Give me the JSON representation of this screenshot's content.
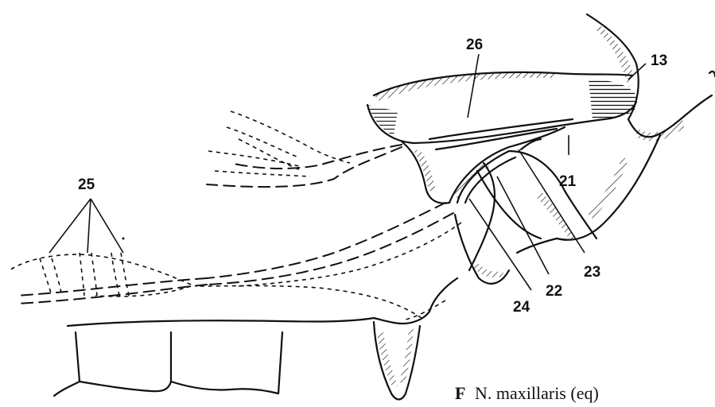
{
  "labels": {
    "l13": "13",
    "l21": "21",
    "l22": "22",
    "l23": "23",
    "l24": "24",
    "l25": "25",
    "l26": "26"
  },
  "caption": {
    "letter": "F",
    "text": "N. maxillaris (eq)"
  }
}
